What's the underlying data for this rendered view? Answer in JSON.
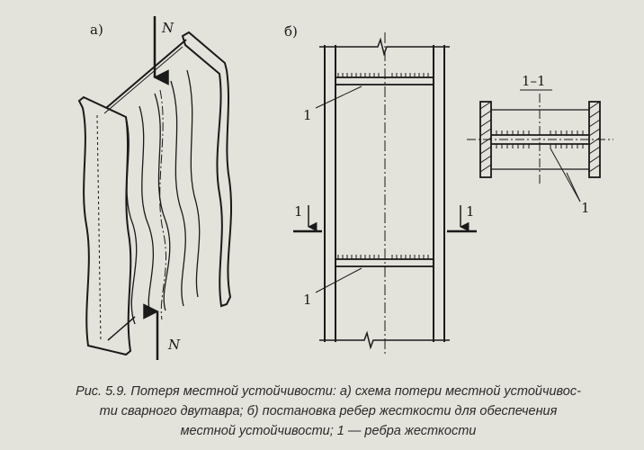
{
  "figure": {
    "panel_a_label": "а)",
    "panel_b_label": "б)",
    "force_label_top": "N",
    "force_label_bottom": "N",
    "section_title": "1–1",
    "rib_label_upper": "1",
    "rib_label_lower": "1",
    "cut_label_left": "1",
    "cut_label_right": "1",
    "section_rib_label": "1"
  },
  "caption": {
    "line1": "Рис. 5.9. Потеря местной устойчивости: а) схема потери местной устойчивос-",
    "line2": "ти сварного двутавра; б) постановка ребер жесткости для обеспечения",
    "line3": "местной устойчивости; 1 — ребра жесткости"
  }
}
